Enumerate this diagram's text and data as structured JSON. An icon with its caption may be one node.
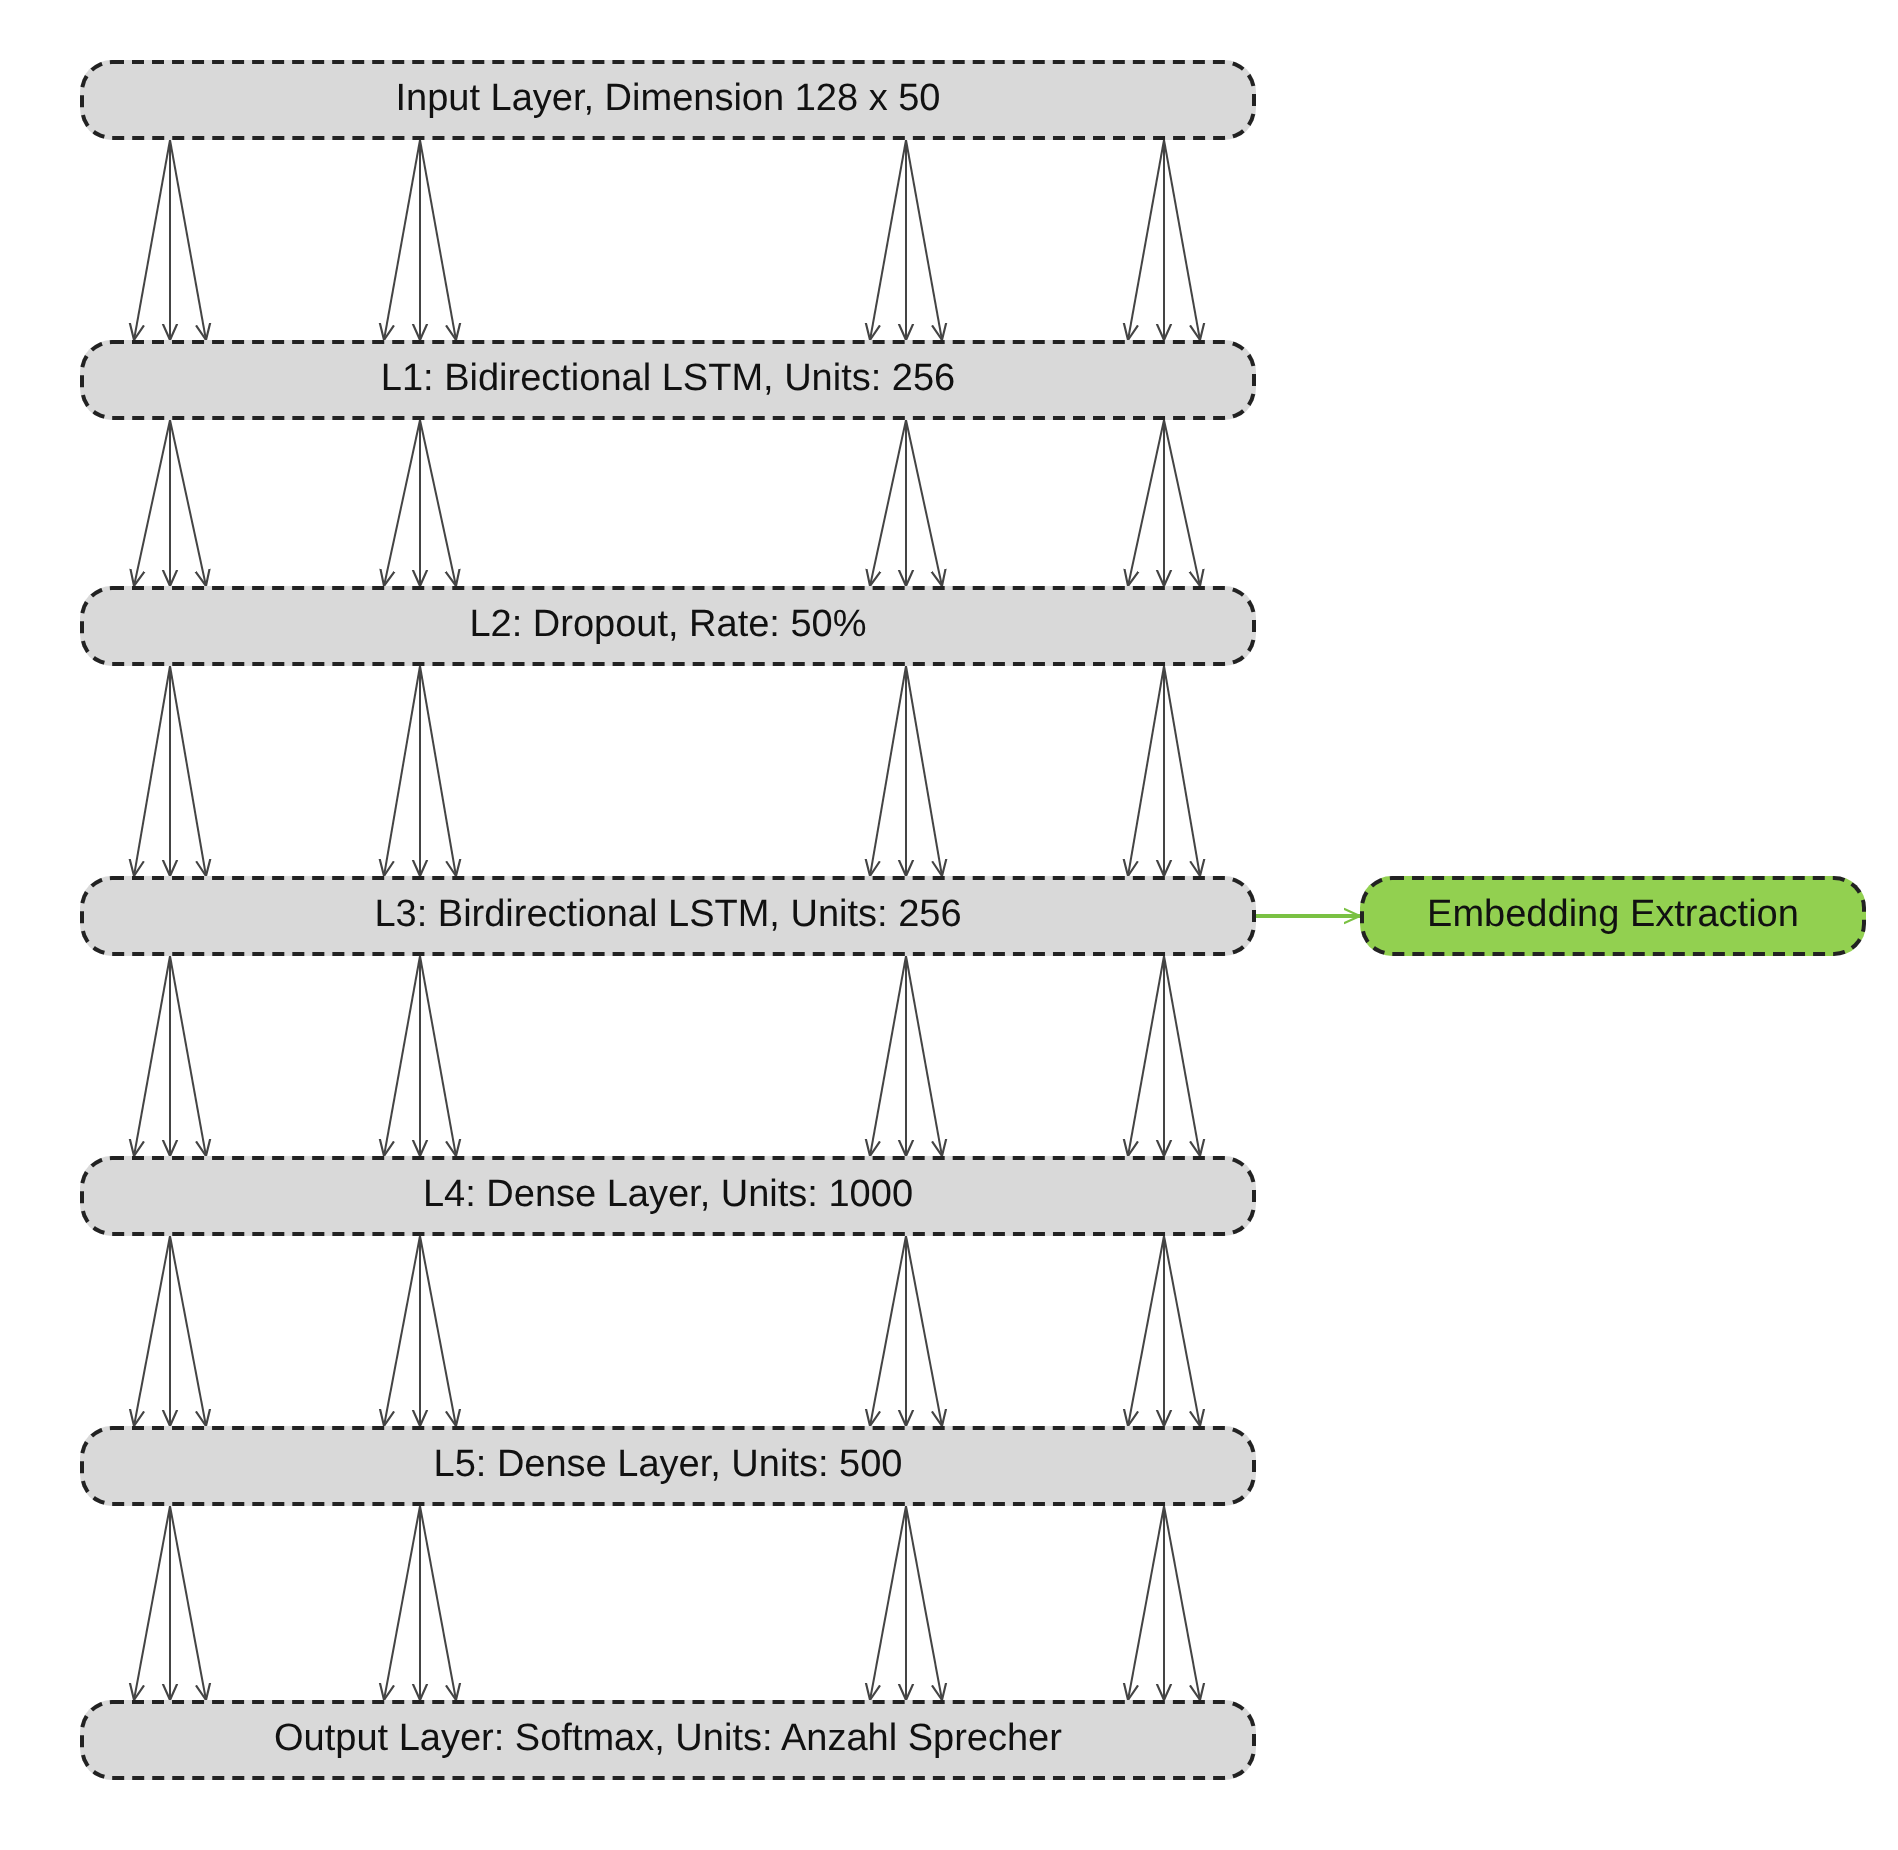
{
  "diagram": {
    "nodes": [
      {
        "text": [
          "Input Layer, Dimension 128 x 50"
        ]
      },
      {
        "text": [
          "L1: Bidirectional LSTM, Units: 256"
        ]
      },
      {
        "text": [
          "L2: Dropout, Rate: 50%"
        ]
      },
      {
        "text": [
          "L3: Birdirectional LSTM, Units: 256"
        ]
      },
      {
        "text": [
          "L4: Dense Layer, Units: 1000"
        ]
      },
      {
        "text": [
          "L5: Dense Layer, Units: 500"
        ]
      },
      {
        "text": [
          "Output Layer: Softmax, Units: Anzahl Sprecher"
        ]
      },
      {
        "text": [
          "Embedding Extraction"
        ]
      }
    ],
    "edges": [
      {
        "from": 0,
        "to": 1,
        "arrow": "to"
      },
      {
        "from": 0,
        "to": 1,
        "arrow": "to"
      },
      {
        "from": 0,
        "to": 1,
        "arrow": "to"
      },
      {
        "from": 0,
        "to": 1,
        "arrow": "to"
      },
      {
        "from": 0,
        "to": 1,
        "arrow": "to"
      },
      {
        "from": 0,
        "to": 1,
        "arrow": "to"
      },
      {
        "from": 0,
        "to": 1,
        "arrow": "to"
      },
      {
        "from": 0,
        "to": 1,
        "arrow": "to"
      },
      {
        "from": 0,
        "to": 1,
        "arrow": "to"
      },
      {
        "from": 0,
        "to": 1,
        "arrow": "to"
      },
      {
        "from": 0,
        "to": 1,
        "arrow": "to"
      },
      {
        "from": 0,
        "to": 1,
        "arrow": "to"
      },
      {
        "from": 1,
        "to": 2,
        "arrow": "to"
      },
      {
        "from": 1,
        "to": 2,
        "arrow": "to"
      },
      {
        "from": 1,
        "to": 2,
        "arrow": "to"
      },
      {
        "from": 1,
        "to": 2,
        "arrow": "to"
      },
      {
        "from": 1,
        "to": 2,
        "arrow": "to"
      },
      {
        "from": 1,
        "to": 2,
        "arrow": "to"
      },
      {
        "from": 1,
        "to": 2,
        "arrow": "to"
      },
      {
        "from": 1,
        "to": 2,
        "arrow": "to"
      },
      {
        "from": 1,
        "to": 2,
        "arrow": "to"
      },
      {
        "from": 1,
        "to": 2,
        "arrow": "to"
      },
      {
        "from": 1,
        "to": 2,
        "arrow": "to"
      },
      {
        "from": 1,
        "to": 2,
        "arrow": "to"
      },
      {
        "from": 2,
        "to": 3,
        "arrow": "to"
      },
      {
        "from": 2,
        "to": 3,
        "arrow": "to"
      },
      {
        "from": 2,
        "to": 3,
        "arrow": "to"
      },
      {
        "from": 2,
        "to": 3,
        "arrow": "to"
      },
      {
        "from": 2,
        "to": 3,
        "arrow": "to"
      },
      {
        "from": 2,
        "to": 3,
        "arrow": "to"
      },
      {
        "from": 2,
        "to": 3,
        "arrow": "to"
      },
      {
        "from": 2,
        "to": 3,
        "arrow": "to"
      },
      {
        "from": 2,
        "to": 3,
        "arrow": "to"
      },
      {
        "from": 2,
        "to": 3,
        "arrow": "to"
      },
      {
        "from": 2,
        "to": 3,
        "arrow": "to"
      },
      {
        "from": 2,
        "to": 3,
        "arrow": "to"
      },
      {
        "from": 3,
        "to": 4,
        "arrow": "to"
      },
      {
        "from": 3,
        "to": 4,
        "arrow": "to"
      },
      {
        "from": 3,
        "to": 4,
        "arrow": "to"
      },
      {
        "from": 3,
        "to": 4,
        "arrow": "to"
      },
      {
        "from": 3,
        "to": 4,
        "arrow": "to"
      },
      {
        "from": 3,
        "to": 4,
        "arrow": "to"
      },
      {
        "from": 3,
        "to": 4,
        "arrow": "to"
      },
      {
        "from": 3,
        "to": 4,
        "arrow": "to"
      },
      {
        "from": 3,
        "to": 4,
        "arrow": "to"
      },
      {
        "from": 3,
        "to": 4,
        "arrow": "to"
      },
      {
        "from": 3,
        "to": 4,
        "arrow": "to"
      },
      {
        "from": 3,
        "to": 4,
        "arrow": "to"
      },
      {
        "from": 4,
        "to": 5,
        "arrow": "to"
      },
      {
        "from": 4,
        "to": 5,
        "arrow": "to"
      },
      {
        "from": 4,
        "to": 5,
        "arrow": "to"
      },
      {
        "from": 4,
        "to": 5,
        "arrow": "to"
      },
      {
        "from": 4,
        "to": 5,
        "arrow": "to"
      },
      {
        "from": 4,
        "to": 5,
        "arrow": "to"
      },
      {
        "from": 4,
        "to": 5,
        "arrow": "to"
      },
      {
        "from": 4,
        "to": 5,
        "arrow": "to"
      },
      {
        "from": 4,
        "to": 5,
        "arrow": "to"
      },
      {
        "from": 4,
        "to": 5,
        "arrow": "to"
      },
      {
        "from": 4,
        "to": 5,
        "arrow": "to"
      },
      {
        "from": 4,
        "to": 5,
        "arrow": "to"
      },
      {
        "from": 5,
        "to": 6,
        "arrow": "to"
      },
      {
        "from": 5,
        "to": 6,
        "arrow": "to"
      },
      {
        "from": 5,
        "to": 6,
        "arrow": "to"
      },
      {
        "from": 5,
        "to": 6,
        "arrow": "to"
      },
      {
        "from": 5,
        "to": 6,
        "arrow": "to"
      },
      {
        "from": 5,
        "to": 6,
        "arrow": "to"
      },
      {
        "from": 5,
        "to": 6,
        "arrow": "to"
      },
      {
        "from": 5,
        "to": 6,
        "arrow": "to"
      },
      {
        "from": 5,
        "to": 6,
        "arrow": "to"
      },
      {
        "from": 5,
        "to": 6,
        "arrow": "to"
      },
      {
        "from": 5,
        "to": 6,
        "arrow": "to"
      },
      {
        "from": 5,
        "to": 6,
        "arrow": "to"
      },
      {
        "from": 3,
        "to": 7,
        "arrow": "to",
        "color": "#7ac143"
      }
    ]
  }
}
